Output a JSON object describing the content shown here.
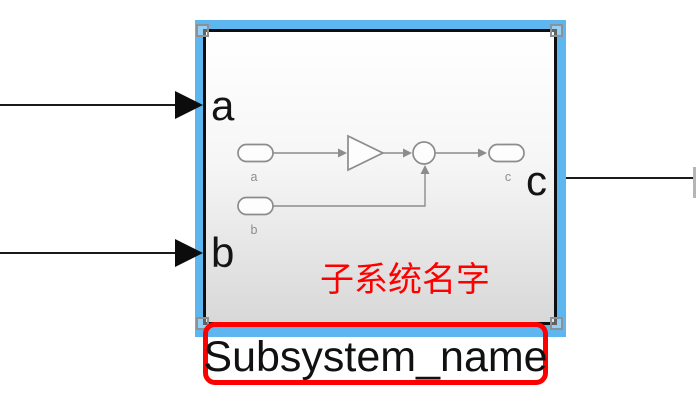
{
  "block": {
    "name": "Subsystem_name",
    "annotation": "子系统名字",
    "ports": {
      "inputs": [
        {
          "label": "a"
        },
        {
          "label": "b"
        }
      ],
      "output": {
        "label": "c"
      }
    },
    "preview": {
      "inport_a": "a",
      "inport_b": "b",
      "outport_c": "c"
    }
  },
  "colors": {
    "selection_blue": "#5db6ef",
    "annotation_red": "#ff0000",
    "name_highlight_red": "#ff0000",
    "block_border": "#0e0e0e",
    "wire_black": "#1a1a1a",
    "preview_gray": "#8c8c8c",
    "block_fill_top": "#ffffff",
    "block_fill_bottom": "#d8d8d8"
  }
}
